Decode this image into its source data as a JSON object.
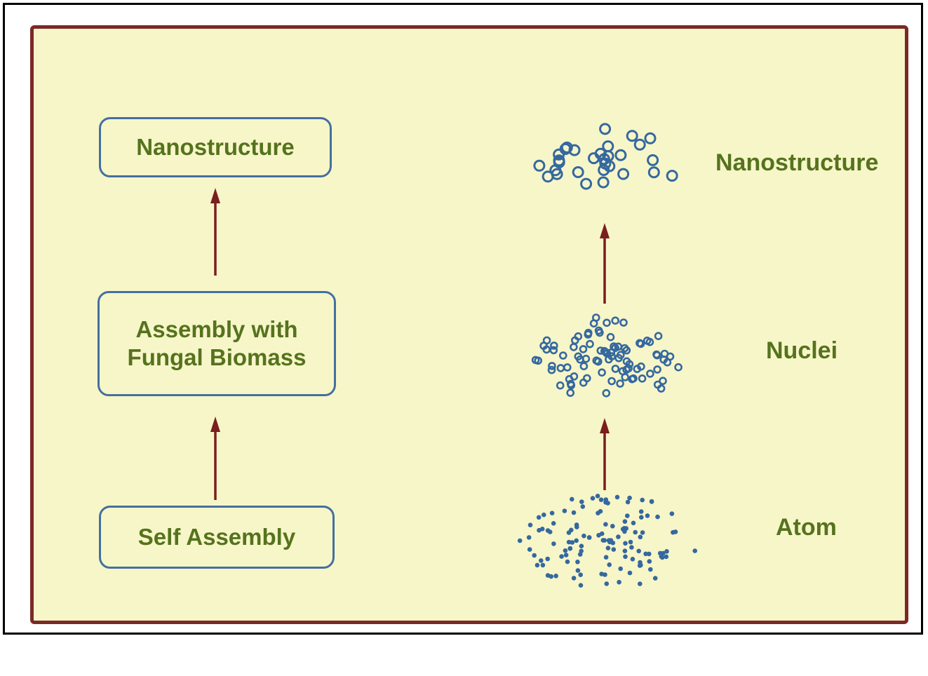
{
  "diagram": {
    "colors": {
      "outer_border": "#000000",
      "background": "#f7f6c9",
      "panel_border": "#7b2927",
      "box_border": "#44709f",
      "label_text": "#55731d",
      "arrow": "#7a1f1e",
      "dot": "#35689f"
    },
    "flow_steps": [
      {
        "label": "Nanostructure"
      },
      {
        "label": "Assembly with Fungal Biomass"
      },
      {
        "label": "Self Assembly"
      }
    ],
    "stages": [
      {
        "label": "Nanostructure",
        "dot_style": "open",
        "dot_count": 30,
        "dot_radius": 7,
        "stroke_width": 3,
        "seed": 11
      },
      {
        "label": "Nuclei",
        "dot_style": "open",
        "dot_count": 88,
        "dot_radius": 4.5,
        "stroke_width": 2.6,
        "seed": 22
      },
      {
        "label": "Atom",
        "dot_style": "filled",
        "dot_count": 125,
        "dot_radius": 3.3,
        "stroke_width": 0,
        "seed": 33
      }
    ]
  }
}
